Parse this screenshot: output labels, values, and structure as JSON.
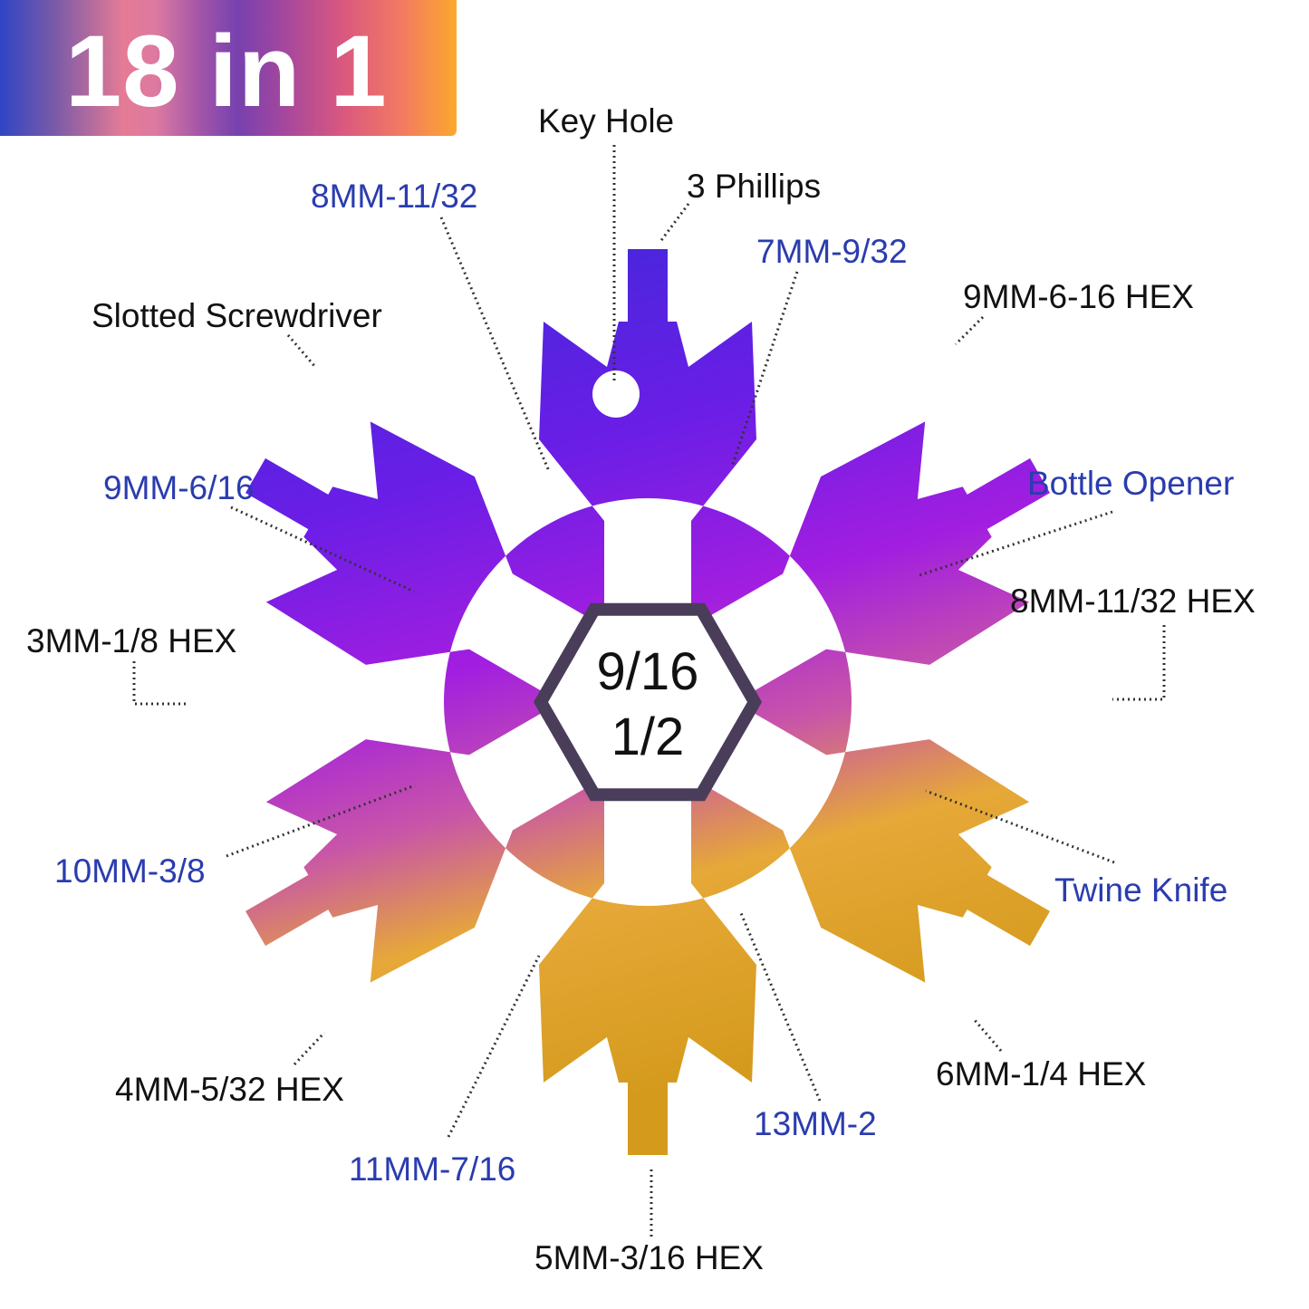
{
  "badge": {
    "title": "18 in 1"
  },
  "center": {
    "line1": "9/16",
    "line2": "1/2"
  },
  "labels": {
    "key_hole": "Key Hole",
    "phillips": "3 Phillips",
    "8mm_11_32": "8MM-11/32",
    "7mm_9_32": "7MM-9/32",
    "9mm_6_16_hex": "9MM-6-16 HEX",
    "slotted": "Slotted Screwdriver",
    "bottle_opener": "Bottle Opener",
    "9mm_6_16": "9MM-6/16",
    "8mm_11_32_hex": "8MM-11/32 HEX",
    "3mm_1_8_hex": "3MM-1/8 HEX",
    "10mm_3_8": "10MM-3/8",
    "twine_knife": "Twine Knife",
    "4mm_5_32_hex": "4MM-5/32 HEX",
    "6mm_1_4_hex": "6MM-1/4 HEX",
    "13mm_2": "13MM-2",
    "11mm_7_16": "11MM-7/16",
    "5mm_3_16_hex": "5MM-3/16 HEX"
  },
  "colors": {
    "label_black": "#111111",
    "label_blue": "#2a3cae"
  }
}
